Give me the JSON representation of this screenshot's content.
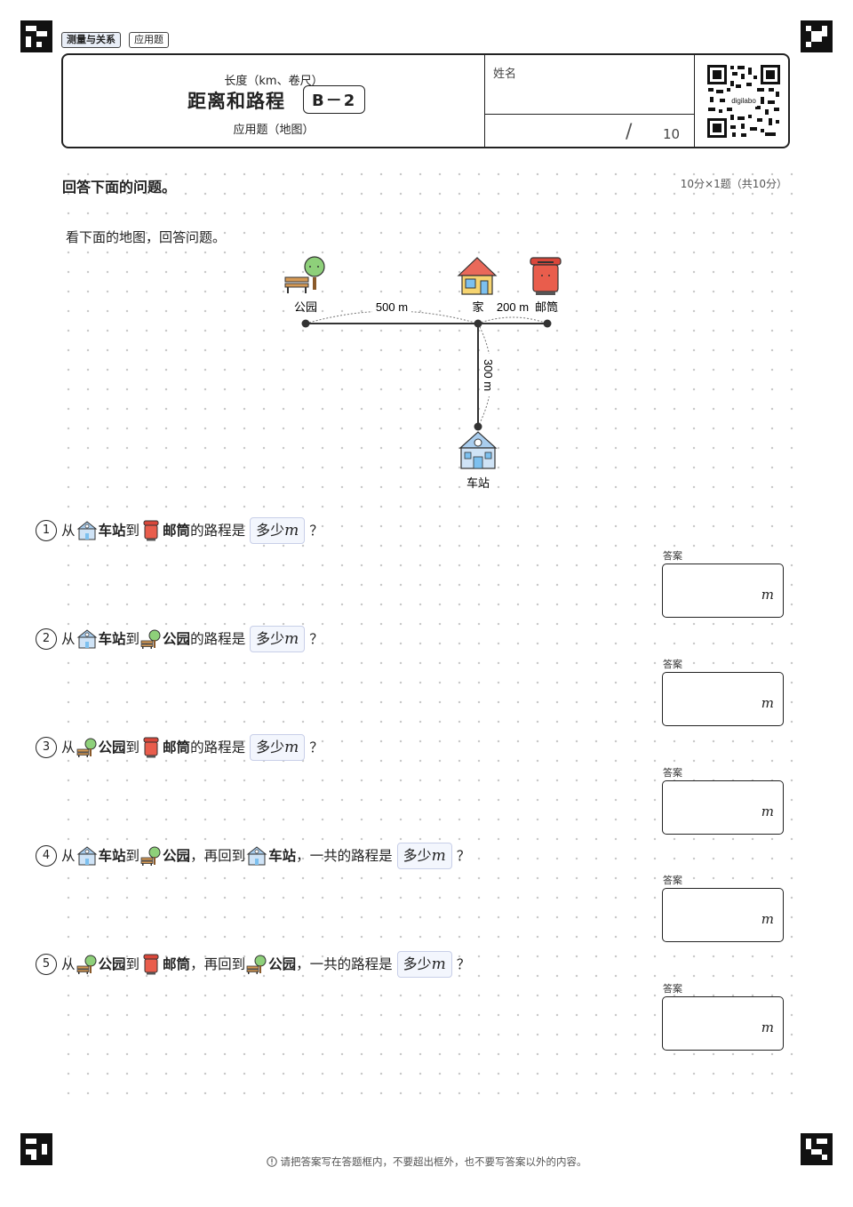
{
  "tags": {
    "category": "测量与关系",
    "type": "应用题"
  },
  "header": {
    "subtitle": "长度（km、卷尺）",
    "title": "距离和路程",
    "code": "B－2",
    "kind": "应用题（地图）",
    "name_label": "姓名",
    "slash": "/",
    "total": "10",
    "qr_label": "digilabo"
  },
  "instruction": "回答下面的问题。",
  "points": "10分×1题（共10分）",
  "lead": "看下面的地图，回答问题。",
  "map": {
    "park": "公园",
    "home": "家",
    "post": "邮筒",
    "station": "车站",
    "d_park_home": "500 m",
    "d_home_post": "200 m",
    "d_home_station": "300 m"
  },
  "questions": [
    {
      "num": "1",
      "parts": [
        "从",
        "车站",
        "到",
        "邮筒",
        "的路程是"
      ],
      "ask": "多少",
      "unit": "m",
      "end": "？"
    },
    {
      "num": "2",
      "parts": [
        "从",
        "车站",
        "到",
        "公园",
        "的路程是"
      ],
      "ask": "多少",
      "unit": "m",
      "end": "？"
    },
    {
      "num": "3",
      "parts": [
        "从",
        "公园",
        "到",
        "邮筒",
        "的路程是"
      ],
      "ask": "多少",
      "unit": "m",
      "end": "？"
    },
    {
      "num": "4",
      "parts": [
        "从",
        "车站",
        "到",
        "公园",
        "，再回到",
        "车站",
        "，一共的路程是"
      ],
      "ask": "多少",
      "unit": "m",
      "end": "？"
    },
    {
      "num": "5",
      "parts": [
        "从",
        "公园",
        "到",
        "邮筒",
        "，再回到",
        "公园",
        "，一共的路程是"
      ],
      "ask": "多少",
      "unit": "m",
      "end": "？"
    }
  ],
  "answer_label": "答案",
  "answer_unit": "m",
  "footer": "请把答案写在答题框内，不要超出框外，也不要写答案以外的内容。"
}
